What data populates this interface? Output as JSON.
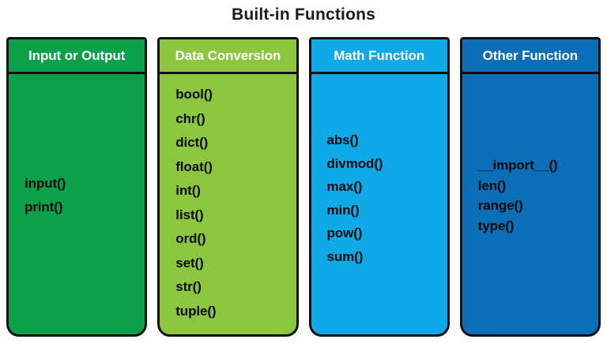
{
  "page": {
    "title": "Built-in Functions"
  },
  "columns": [
    {
      "id": "input-or-output",
      "header": "Input or Output",
      "color": "#0BA14B",
      "header_color": "#0BA14B",
      "text_color": "#ffffff",
      "functions": [
        "input()",
        "print()"
      ]
    },
    {
      "id": "data-conversion",
      "header": "Data Conversion",
      "color": "#8CC63F",
      "header_color": "#8CC63F",
      "text_color": "#ffffff",
      "functions": [
        "bool()",
        "chr()",
        "dict()",
        "float()",
        "int()",
        "list()",
        "ord()",
        "set()",
        "str()",
        "tuple()"
      ]
    },
    {
      "id": "math-function",
      "header": "Math Function",
      "color": "#0FA9E8",
      "header_color": "#0FA9E8",
      "text_color": "#ffffff",
      "functions": [
        "abs()",
        "divmod()",
        "max()",
        "min()",
        "pow()",
        "sum()"
      ]
    },
    {
      "id": "other-function",
      "header": "Other Function",
      "color": "#0D6EB8",
      "header_color": "#0D6EB8",
      "text_color": "#ffffff",
      "functions": [
        "__import__()",
        "len()",
        "range()",
        "type()"
      ]
    }
  ]
}
